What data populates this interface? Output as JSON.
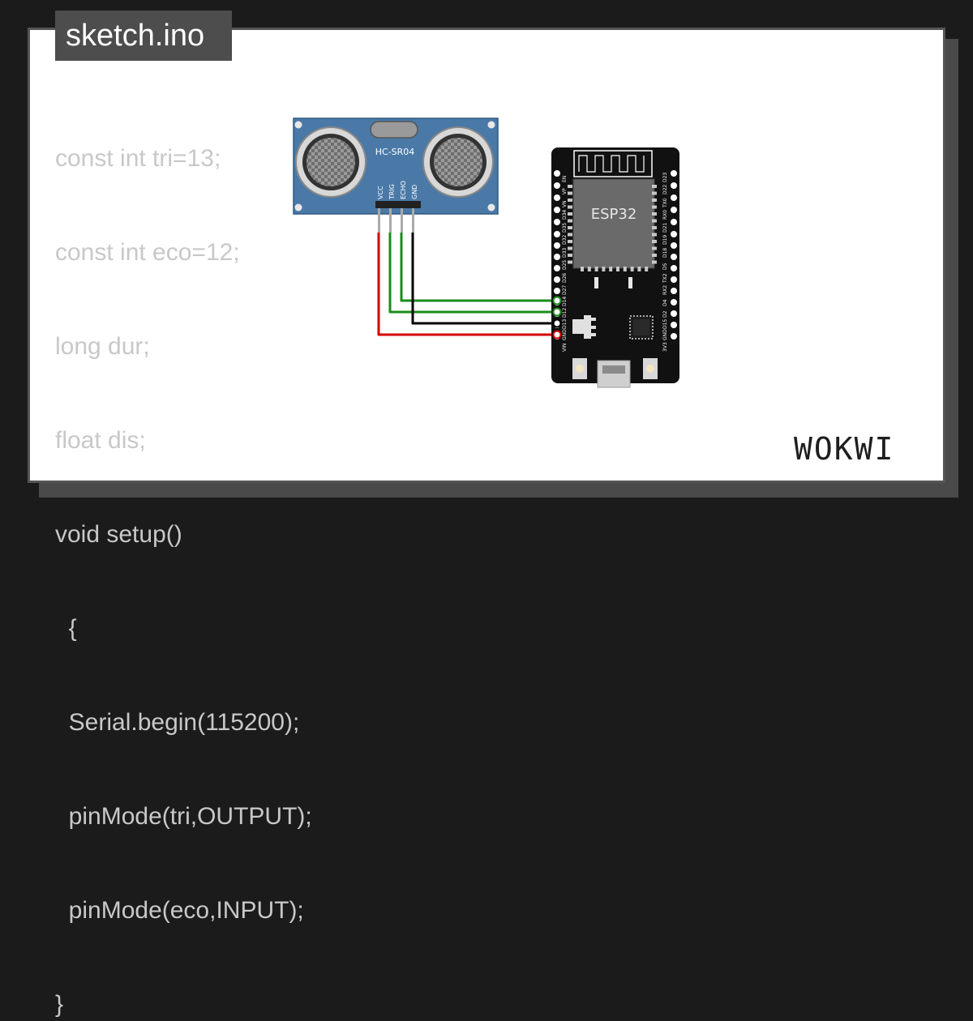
{
  "file_tab": {
    "label": "sketch.ino"
  },
  "code_lines": [
    "const int tri=13;",
    "const int eco=12;",
    "long dur;",
    "float dis;",
    "void setup()",
    "  {",
    "  Serial.begin(115200);",
    "  pinMode(tri,OUTPUT);",
    "  pinMode(eco,INPUT);",
    "}"
  ],
  "sensor": {
    "model": "HC-SR04",
    "pins": [
      "VCC",
      "TRIG",
      "ECHO",
      "GND"
    ],
    "color": "#4a79a7"
  },
  "board": {
    "chip_label": "ESP32",
    "left_pins": [
      "EN",
      "VP",
      "VN",
      "D34",
      "D35",
      "D32",
      "D33",
      "D25",
      "D26",
      "D27",
      "D14",
      "D12",
      "D13",
      "GND",
      "VIN"
    ],
    "right_pins": [
      "D23",
      "D22",
      "TX0",
      "RX0",
      "D21",
      "D19",
      "D18",
      "D5",
      "TX2",
      "RX2",
      "D4",
      "D2",
      "D15",
      "GND",
      "3V3"
    ]
  },
  "wires": {
    "vcc_color": "#d40000",
    "trig_color": "#1a8c1a",
    "echo_color": "#1a8c1a",
    "gnd_color": "#000000"
  },
  "brand": {
    "logo": "WOKWI"
  }
}
